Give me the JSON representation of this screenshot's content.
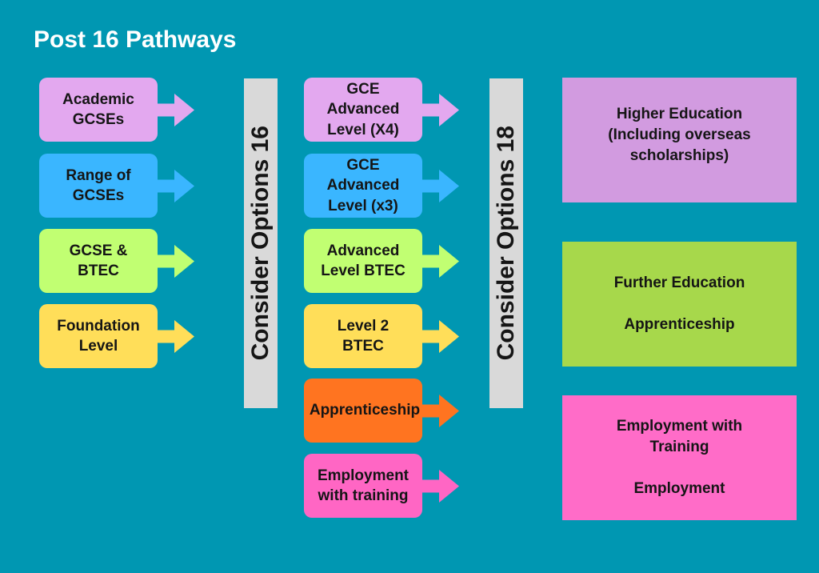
{
  "title": "Post 16 Pathways",
  "colors": {
    "background": "#0097B2",
    "title": "#FFFFFF",
    "text": "#151515"
  },
  "stage_16": [
    {
      "label": "Academic\nGCSEs",
      "color": "#E3A8EF"
    },
    {
      "label": "Range of\nGCSEs",
      "color": "#3AB6FF"
    },
    {
      "label": "GCSE &\nBTEC",
      "color": "#C1FF72"
    },
    {
      "label": "Foundation\nLevel",
      "color": "#FFDE59"
    }
  ],
  "decision_16": {
    "label": "Consider Options 16",
    "color": "#D9D9D9"
  },
  "stage_18": [
    {
      "label": "GCE\nAdvanced\nLevel (X4)",
      "color": "#E3A8EF"
    },
    {
      "label": "GCE\nAdvanced\nLevel (x3)",
      "color": "#3AB6FF"
    },
    {
      "label": "Advanced\nLevel BTEC",
      "color": "#C1FF72"
    },
    {
      "label": "Level 2\nBTEC",
      "color": "#FFDE59"
    },
    {
      "label": "Apprenticeship",
      "color": "#FF7420"
    },
    {
      "label": "Employment\nwith training",
      "color": "#FF66C4"
    }
  ],
  "decision_18": {
    "label": "Consider Options 18",
    "color": "#D9D9D9"
  },
  "outcomes": [
    {
      "label": "Higher Education\n(Including overseas\nscholarships)",
      "color": "#D29BE0"
    },
    {
      "label": "Further Education\n\nApprenticeship",
      "color": "#A7D84B"
    },
    {
      "label": "Employment with\nTraining\n\nEmployment",
      "color": "#FF6CC8"
    }
  ]
}
